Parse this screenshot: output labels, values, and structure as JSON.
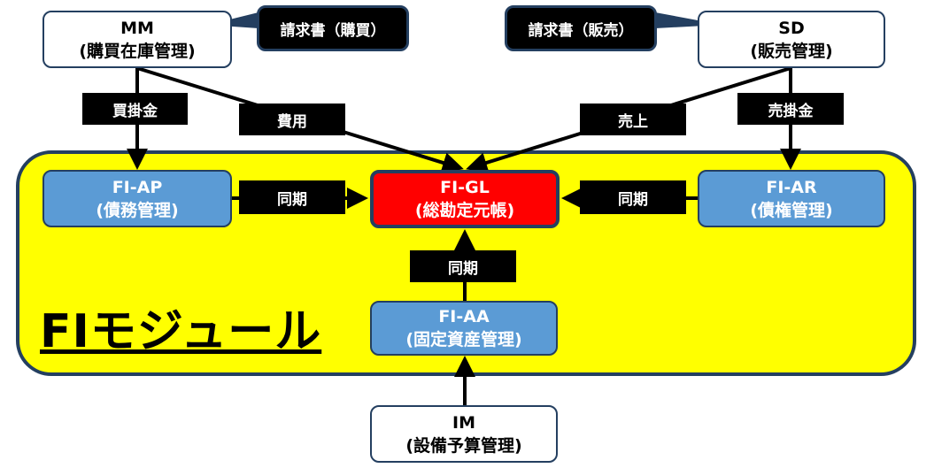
{
  "module_title": "FIモジュール",
  "nodes": {
    "mm": {
      "title": "MM",
      "subtitle": "(購買在庫管理)"
    },
    "sd": {
      "title": "SD",
      "subtitle": "(販売管理)"
    },
    "fi_ap": {
      "title": "FI-AP",
      "subtitle": "(債務管理)"
    },
    "fi_gl": {
      "title": "FI-GL",
      "subtitle": "(総勘定元帳)"
    },
    "fi_ar": {
      "title": "FI-AR",
      "subtitle": "(債権管理)"
    },
    "fi_aa": {
      "title": "FI-AA",
      "subtitle": "(固定資産管理)"
    },
    "im": {
      "title": "IM",
      "subtitle": "(設備予算管理)"
    }
  },
  "callouts": {
    "purchase": "請求書（購買）",
    "sales": "請求書（販売）"
  },
  "edges": {
    "payable": "買掛金",
    "expense": "費用",
    "revenue": "売上",
    "receivable": "売掛金",
    "sync_ap": "同期",
    "sync_ar": "同期",
    "sync_aa": "同期"
  },
  "colors": {
    "container": "#ffff00",
    "border": "#243f60",
    "module_box": "#5b9bd5",
    "gl_box": "#ff0000"
  }
}
